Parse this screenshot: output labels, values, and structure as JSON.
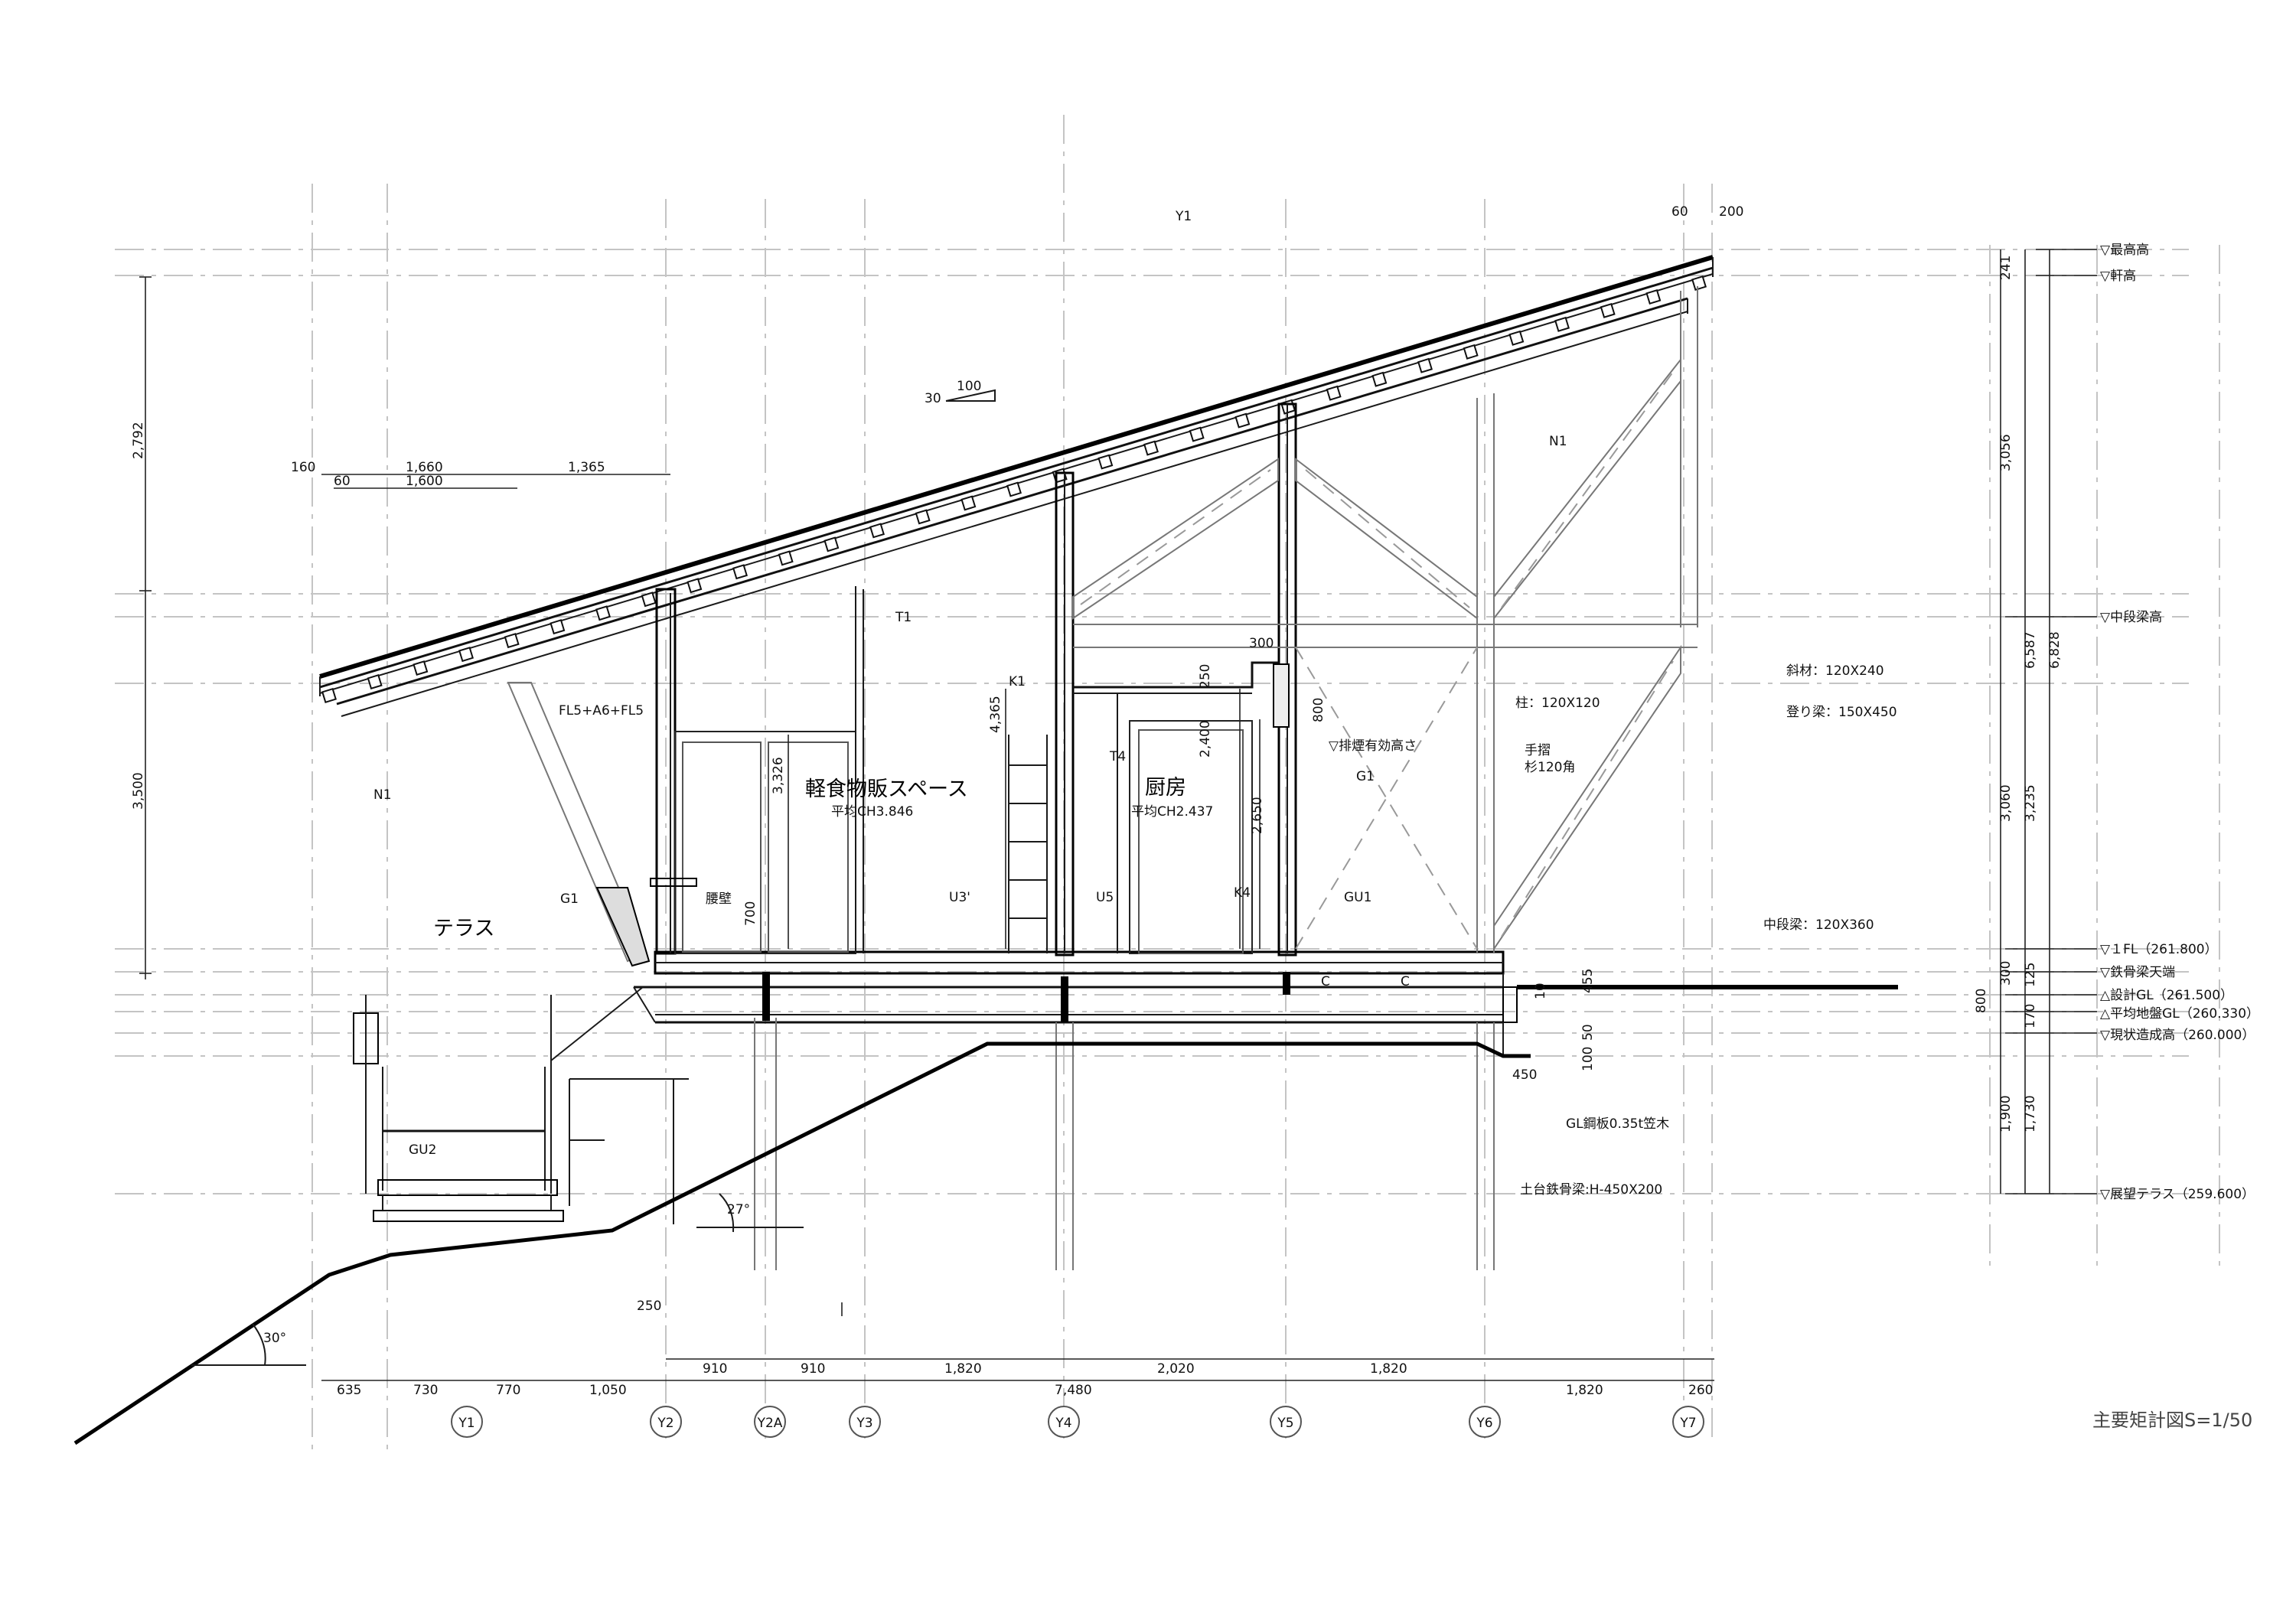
{
  "rooms": {
    "shop": "軽食物販スペース",
    "shop_ch": "平均CH3.846",
    "kitchen": "厨房",
    "kitchen_ch": "平均CH2.437",
    "terrace": "テラス"
  },
  "levels": {
    "top": "▽最高高",
    "eave": "▽軒高",
    "mid_beam": "▽中段梁高",
    "fl1": "▽１FL（261.800）",
    "steel_top": "▽鉄骨梁天端",
    "design_gl": "△設計GL（261.500）",
    "avg_gl": "△平均地盤GL（260.330）",
    "existing": "▽現状造成高（260.000）",
    "terrace": "▽展望テラス（259.600）"
  },
  "labels": {
    "y1_top": "Y1",
    "n1_right": "N1",
    "n1_left": "N1",
    "t1": "T1",
    "t4": "T4",
    "k1": "K1",
    "k4": "K4",
    "g1_left": "G1",
    "g1_right": "G1",
    "gu1": "GU1",
    "gu2": "GU2",
    "u3": "U3'",
    "u5": "U5",
    "glass": "FL5+A6+FL5",
    "koshikabe": "腰壁",
    "smoke": "▽排煙有効高さ",
    "brace": "斜材：120X240",
    "rafter": "登り梁：150X450",
    "column": "柱：120X120",
    "handrail1": "手摺",
    "handrail2": "杉120角",
    "midbeam": "中段梁：120X360",
    "gl_plate": "GL鋼板0.35t笠木",
    "base_beam": "土台鉄骨梁:H-450X200",
    "c1": "C",
    "c2": "C",
    "slope_100": "100",
    "slope_30": "30",
    "angle_27": "27°",
    "angle_30": "30°",
    "drawing_title": "主要矩計図S=1/50"
  },
  "dims": {
    "d60_top": "60",
    "d200_top": "200",
    "d160": "160",
    "d1660": "1,660",
    "d1365": "1,365",
    "d60": "60",
    "d1600": "1,600",
    "left_2792": "2,792",
    "left_3500": "3,500",
    "d4365": "4,365",
    "d3326": "3,326",
    "d700": "700",
    "d300": "300",
    "d250": "250",
    "d800": "800",
    "d2400": "2,400",
    "d2650": "2,650",
    "d455": "455",
    "d10": "10",
    "d50": "50",
    "d100": "100",
    "d450": "450",
    "d250b": "250",
    "r241": "241",
    "r3056": "3,056",
    "r6587": "6,587",
    "r6828": "6,828",
    "r3060": "3,060",
    "r3235": "3,235",
    "r300": "300",
    "r125": "125",
    "r170": "170",
    "r800": "800",
    "r1900": "1,900",
    "r1730": "1,730",
    "b910a": "910",
    "b910b": "910",
    "b1820a": "1,820",
    "b2020": "2,020",
    "b1820b": "1,820",
    "b635": "635",
    "b730": "730",
    "b770": "770",
    "b1050": "1,050",
    "b7480": "7,480",
    "b1820c": "1,820",
    "b260": "260"
  },
  "axes": [
    "Y1",
    "Y2",
    "Y2A",
    "Y3",
    "Y4",
    "Y5",
    "Y6",
    "Y7"
  ]
}
